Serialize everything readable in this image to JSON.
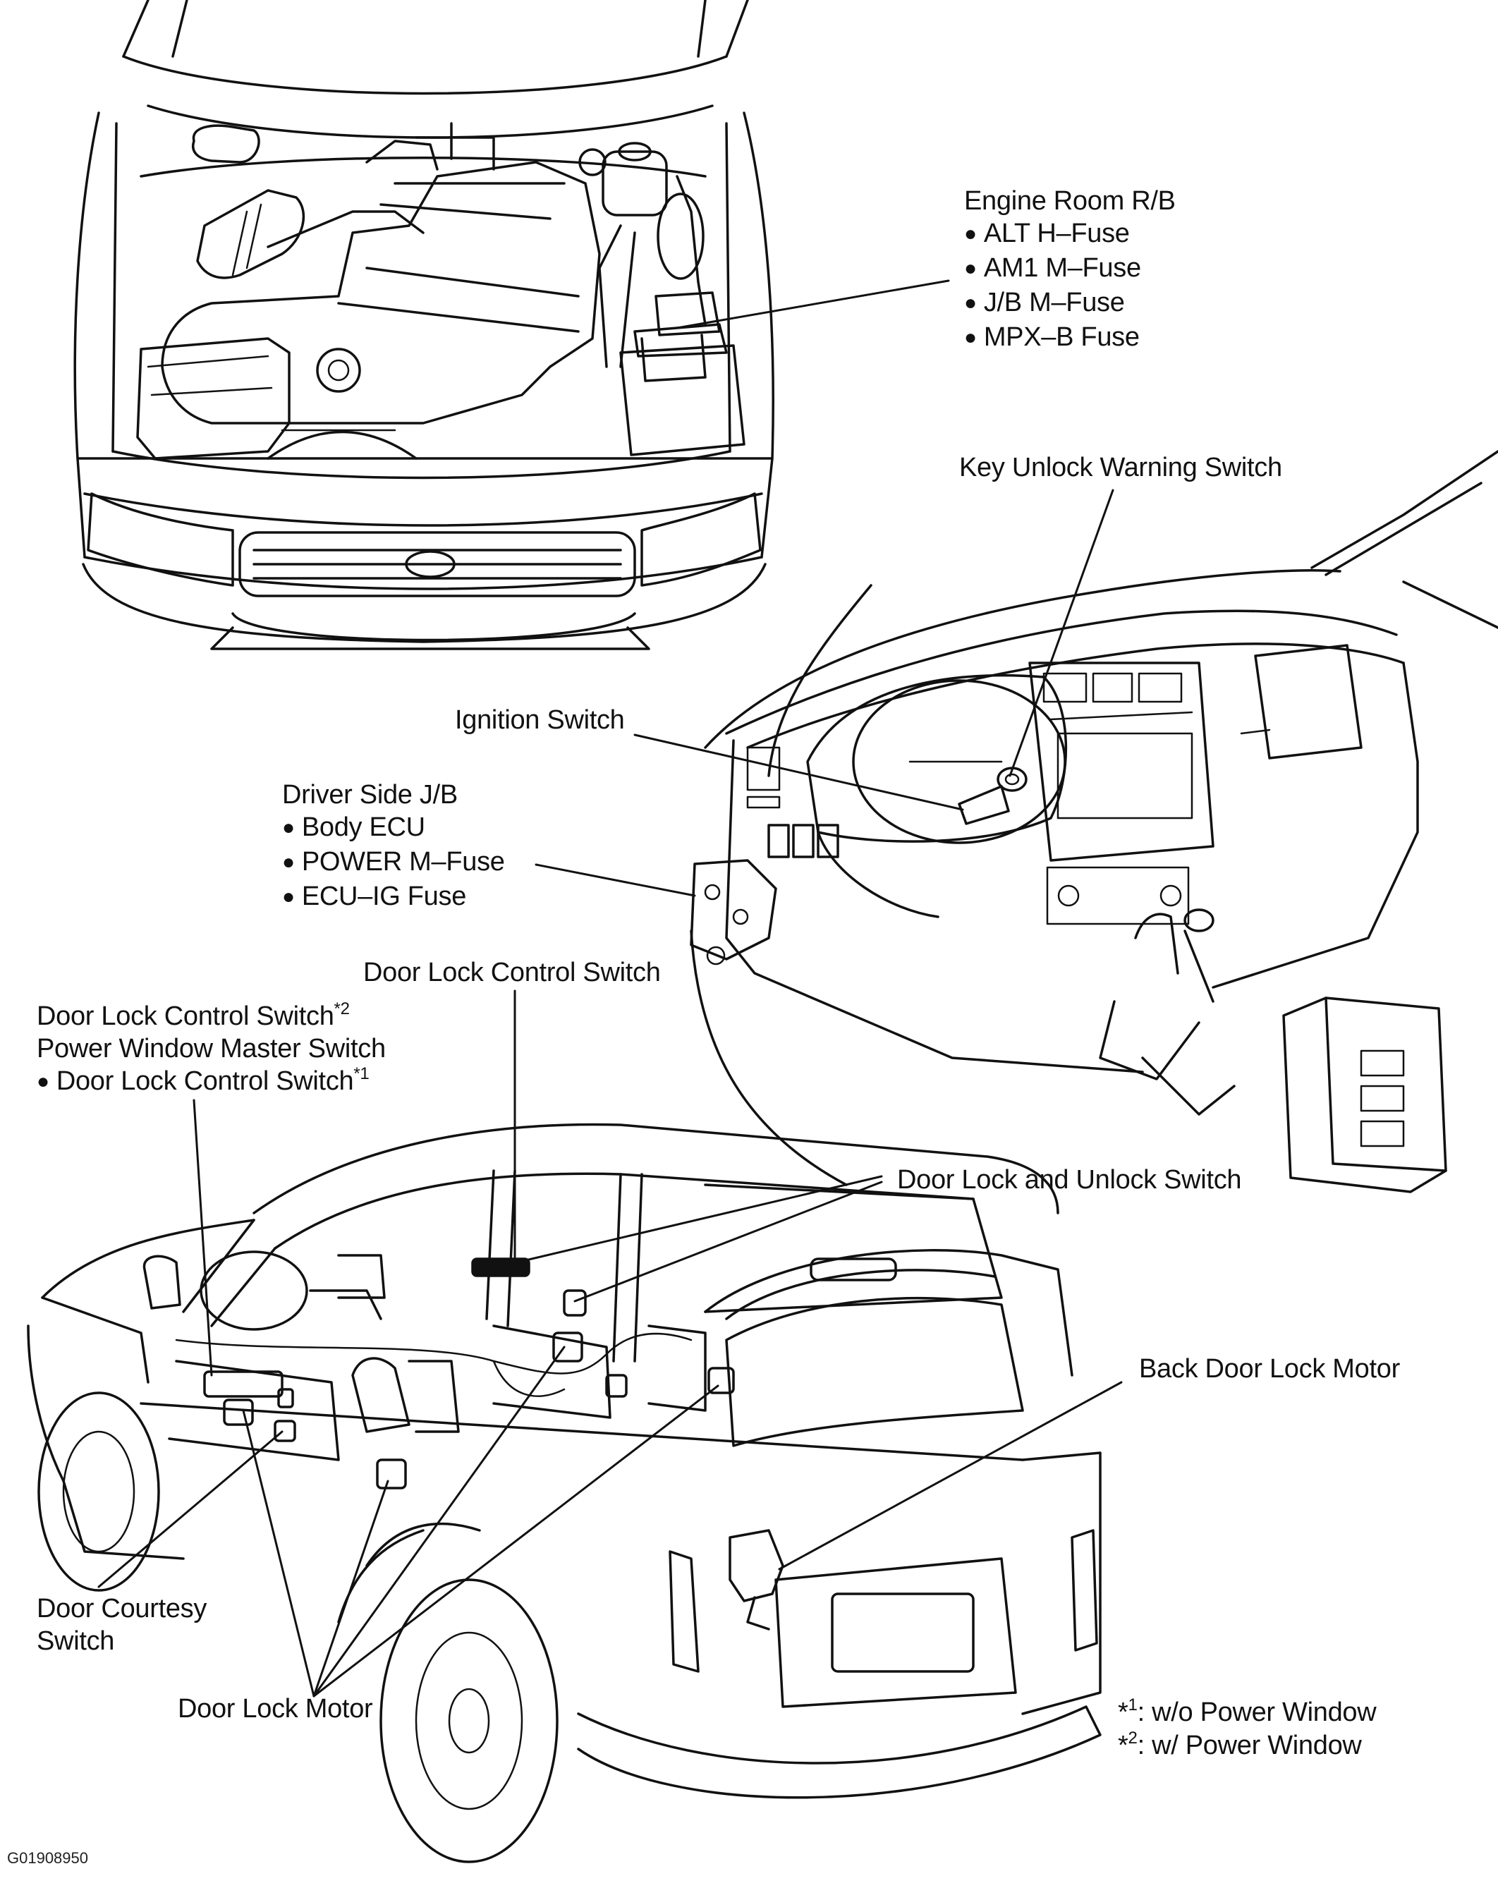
{
  "labels": {
    "engine_room_rb": {
      "title": "Engine Room R/B",
      "items": [
        "ALT H–Fuse",
        "AM1 M–Fuse",
        "J/B M–Fuse",
        "MPX–B Fuse"
      ]
    },
    "key_unlock_warning_switch": "Key Unlock Warning Switch",
    "ignition_switch": "Ignition Switch",
    "driver_side_jb": {
      "title": "Driver Side J/B",
      "items": [
        "Body ECU",
        "POWER M–Fuse",
        "ECU–IG Fuse"
      ]
    },
    "door_lock_control_switch": "Door Lock Control Switch",
    "master_switch_block": {
      "line1": "Door Lock Control Switch",
      "line1_sup": "*2",
      "line2": "Power Window Master Switch",
      "line3": "Door Lock Control Switch",
      "line3_sup": "*1"
    },
    "door_lock_and_unlock_switch": "Door Lock and Unlock Switch",
    "back_door_lock_motor": "Back Door Lock Motor",
    "door_courtesy_switch": {
      "line1": "Door Courtesy",
      "line2": "Switch"
    },
    "door_lock_motor": "Door Lock Motor"
  },
  "footnotes": [
    {
      "mark": "*",
      "num": "1",
      "text": ": w/o Power Window"
    },
    {
      "mark": "*",
      "num": "2",
      "text": ": w/ Power Window"
    }
  ],
  "figure_code": "G01908950"
}
